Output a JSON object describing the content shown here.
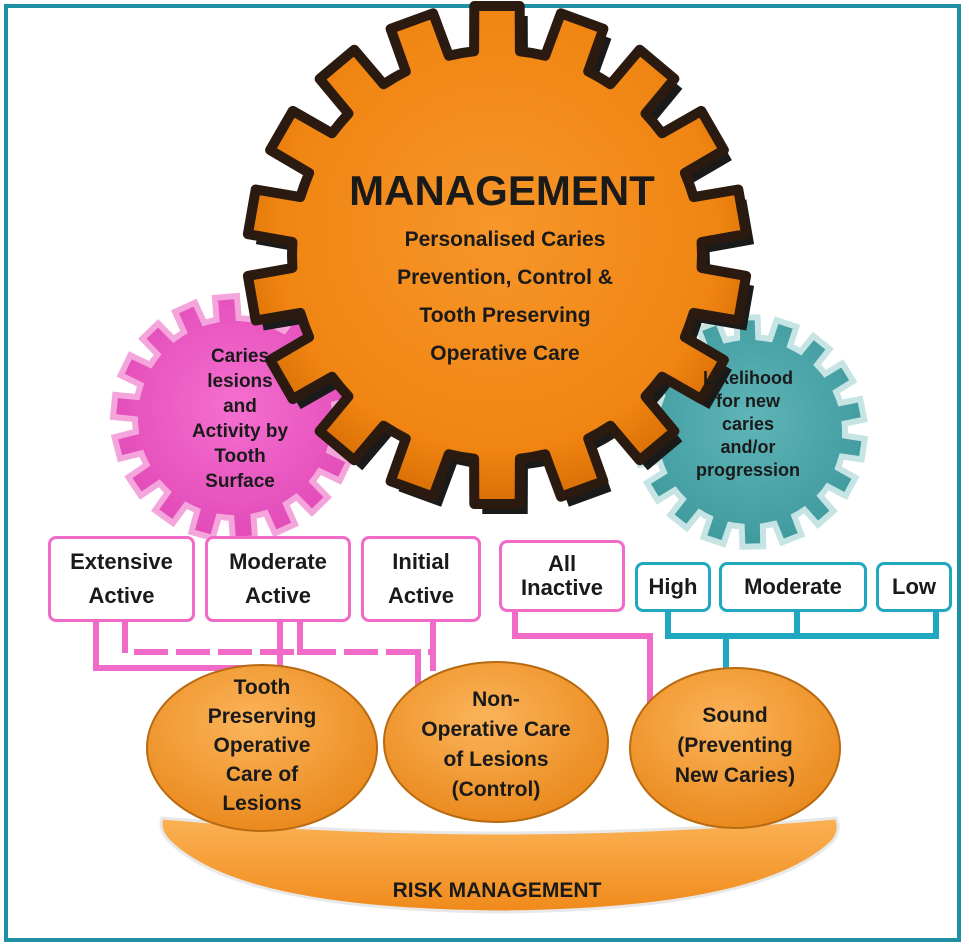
{
  "management": {
    "title": "MANAGEMENT",
    "subtitle_lines": [
      "Personalised Caries",
      "Prevention, Control &",
      "Tooth Preserving",
      "Operative Care"
    ]
  },
  "left_gear": {
    "lines": [
      "Caries",
      "lesions",
      "and",
      "Activity by",
      "Tooth",
      "Surface"
    ]
  },
  "right_gear": {
    "lines": [
      "Likelihood",
      "for new",
      "caries",
      "and/or",
      "progression"
    ]
  },
  "lesion_boxes": [
    {
      "line1": "Extensive",
      "line2": "Active"
    },
    {
      "line1": "Moderate",
      "line2": "Active"
    },
    {
      "line1": "Initial",
      "line2": "Active"
    },
    {
      "line1": "All",
      "line2": "Inactive"
    }
  ],
  "risk_boxes": [
    {
      "label": "High"
    },
    {
      "label": "Moderate"
    },
    {
      "label": "Low"
    }
  ],
  "outcomes": [
    {
      "lines": [
        "Tooth",
        "Preserving",
        "Operative",
        "Care of",
        "Lesions"
      ]
    },
    {
      "lines": [
        "Non-",
        "Operative Care",
        "of Lesions",
        "(Control)"
      ]
    },
    {
      "lines": [
        "Sound",
        "(Preventing",
        "New Caries)"
      ]
    }
  ],
  "base": {
    "label": "RISK MANAGEMENT"
  },
  "colors": {
    "frame": "#1f8fa3",
    "main_gear": "#f28a16",
    "left_gear": "#f05cc4",
    "right_gear": "#4fa9ad",
    "pink_line": "#f06ac8",
    "teal_line": "#1fa8c0",
    "outcome": "#f29a30"
  }
}
